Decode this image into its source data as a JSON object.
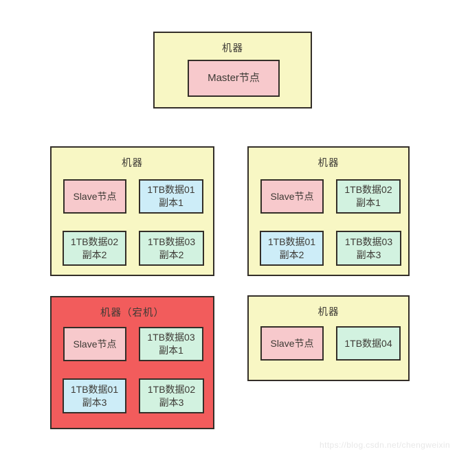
{
  "colors": {
    "machine_fill": "#f8f7c4",
    "machine_down_fill": "#f25c5c",
    "node_pink_fill": "#f7c9cc",
    "data_blue_fill": "#cdedf8",
    "data_green_fill": "#d2f2e0",
    "border_color": "#332e28",
    "text_color": "#3d3a35",
    "watermark_color": "#e8e8e8",
    "canvas_bg": "#ffffff"
  },
  "watermark": {
    "text": "https://blog.csdn.net/chengweixin"
  },
  "machines": [
    {
      "title": "机器",
      "status": "normal",
      "nodes": [
        {
          "type": "master",
          "line1": "Master节点",
          "line2": ""
        }
      ]
    },
    {
      "title": "机器",
      "status": "normal",
      "nodes": [
        {
          "type": "slave",
          "line1": "Slave节点",
          "line2": ""
        },
        {
          "type": "data-blue",
          "line1": "1TB数据01",
          "line2": "副本1"
        },
        {
          "type": "data-green",
          "line1": "1TB数据02",
          "line2": "副本2"
        },
        {
          "type": "data-green",
          "line1": "1TB数据03",
          "line2": "副本2"
        }
      ]
    },
    {
      "title": "机器",
      "status": "normal",
      "nodes": [
        {
          "type": "slave",
          "line1": "Slave节点",
          "line2": ""
        },
        {
          "type": "data-green",
          "line1": "1TB数据02",
          "line2": "副本1"
        },
        {
          "type": "data-blue",
          "line1": "1TB数据01",
          "line2": "副本2"
        },
        {
          "type": "data-green",
          "line1": "1TB数据03",
          "line2": "副本3"
        }
      ]
    },
    {
      "title": "机器（宕机）",
      "status": "down",
      "nodes": [
        {
          "type": "slave",
          "line1": "Slave节点",
          "line2": ""
        },
        {
          "type": "data-green",
          "line1": "1TB数据03",
          "line2": "副本1"
        },
        {
          "type": "data-blue",
          "line1": "1TB数据01",
          "line2": "副本3"
        },
        {
          "type": "data-green",
          "line1": "1TB数据02",
          "line2": "副本3"
        }
      ]
    },
    {
      "title": "机器",
      "status": "normal",
      "nodes": [
        {
          "type": "slave",
          "line1": "Slave节点",
          "line2": ""
        },
        {
          "type": "data-green",
          "line1": "1TB数据04",
          "line2": ""
        }
      ]
    }
  ]
}
